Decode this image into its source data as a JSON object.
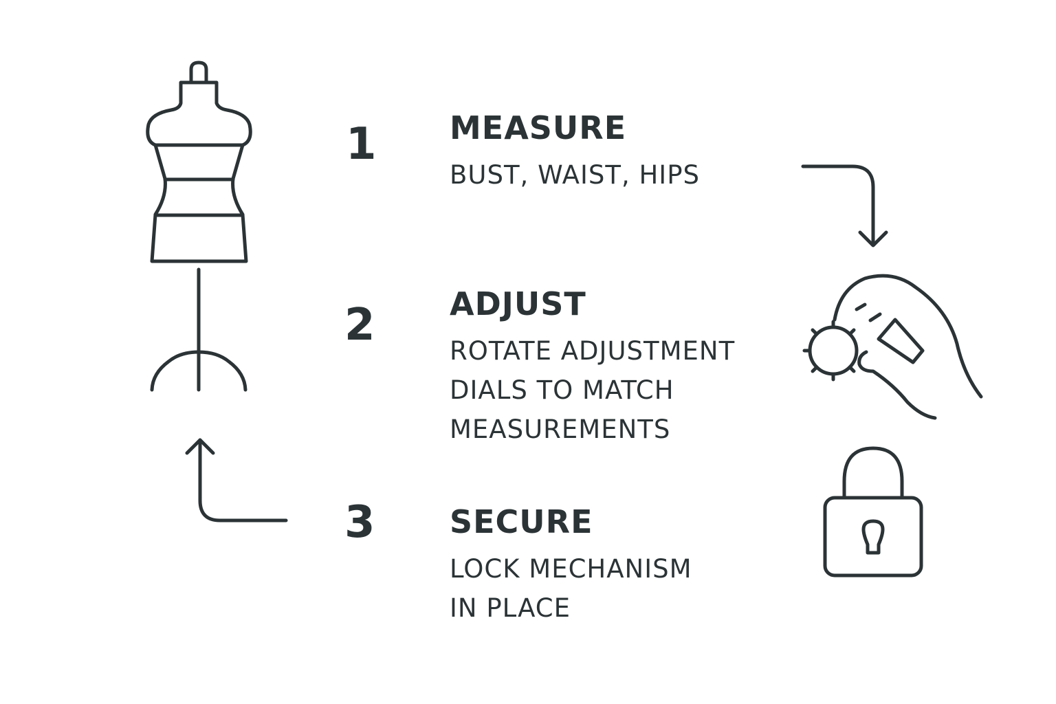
{
  "steps": [
    {
      "number": "1",
      "title": "MEASURE",
      "description_lines": [
        "BUST, WAIST, HIPS"
      ],
      "icon": "dress-form-icon"
    },
    {
      "number": "2",
      "title": "ADJUST",
      "description_lines": [
        "ROTATE ADJUSTMENT",
        "DIALS TO MATCH",
        "MEASUREMENTS"
      ],
      "icon": "hand-turning-dial-icon"
    },
    {
      "number": "3",
      "title": "SECURE",
      "description_lines": [
        "LOCK MECHANISM",
        "IN PLACE"
      ],
      "icon": "padlock-icon"
    }
  ],
  "arrows": [
    "arrow-down-right-icon",
    "arrow-up-left-icon"
  ],
  "colors": {
    "ink": "#2b3336",
    "background": "#ffffff"
  }
}
